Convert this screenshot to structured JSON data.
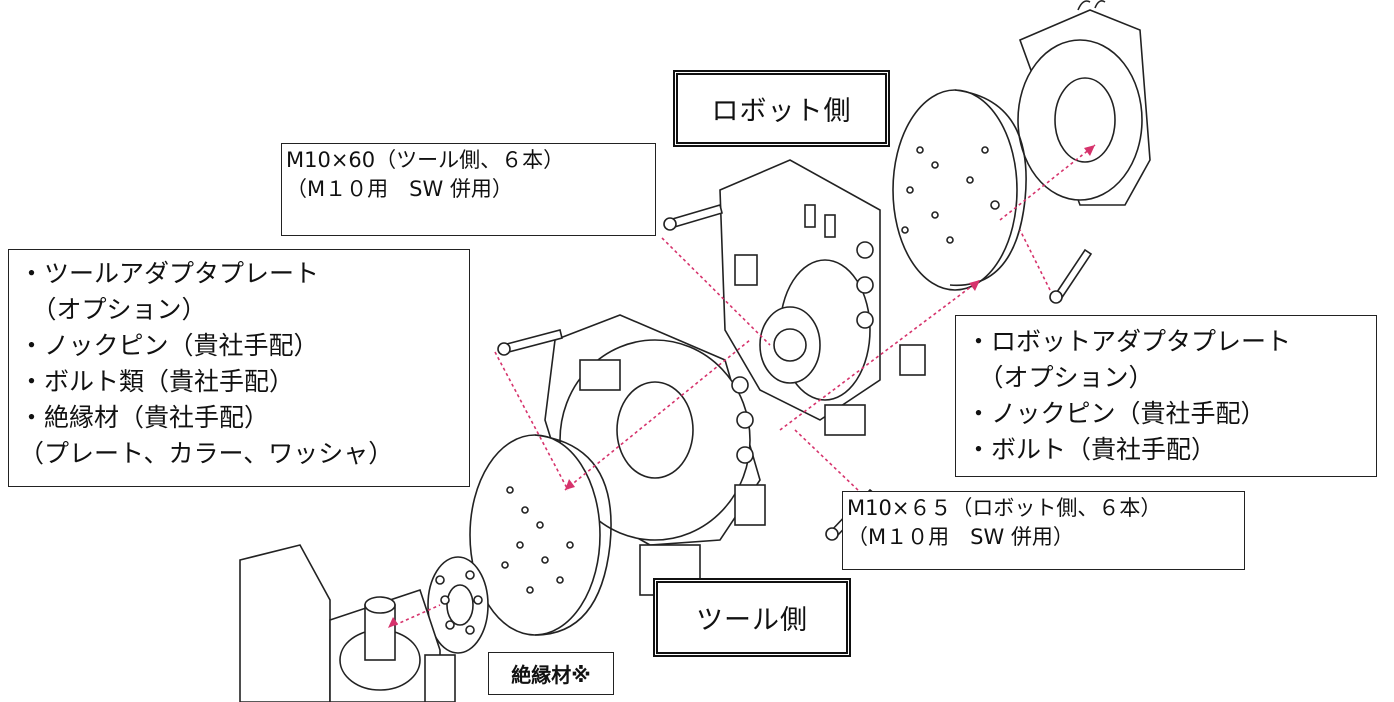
{
  "robot_side_label": "ロボット側",
  "tool_side_label": "ツール側",
  "tool_bolt_spec": {
    "line1": "M10×60（ツール側、６本）",
    "line2": "（M１０用　SW 併用）"
  },
  "robot_bolt_spec": {
    "line1": "M10×６５（ロボット側、６本）",
    "line2": "（M１０用　SW 併用）"
  },
  "tool_side_parts": [
    "・ツールアダプタプレート",
    "　（オプション）",
    "・ノックピン（貴社手配）",
    "・ボルト類（貴社手配）",
    "・絶縁材（貴社手配）",
    "（プレート、カラー、ワッシャ）"
  ],
  "robot_side_parts": [
    "・ロボットアダプタプレート",
    "　（オプション）",
    "・ノックピン（貴社手配）",
    "・ボルト（貴社手配）"
  ],
  "insulator_label": "絶縁材※",
  "colors": {
    "leader": "#d6336c",
    "outline": "#222222"
  }
}
